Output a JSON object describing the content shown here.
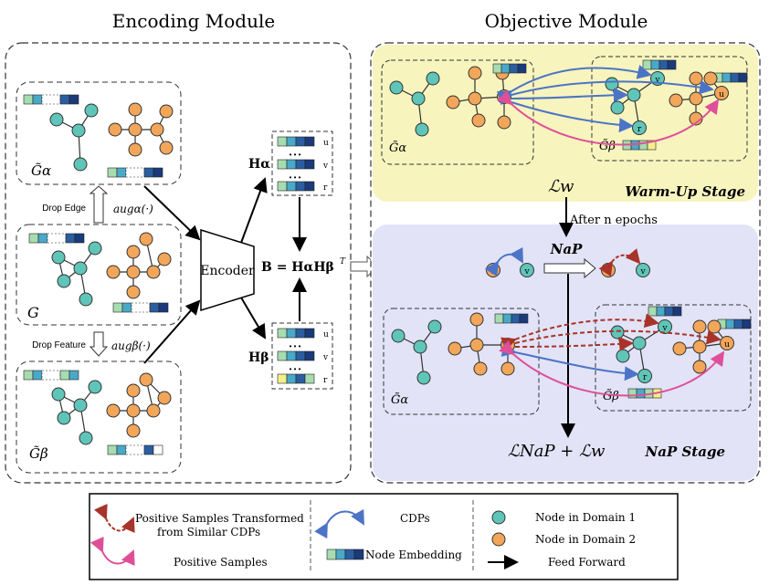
{
  "titles": {
    "encoding": "Encoding Module",
    "objective": "Objective Module"
  },
  "encoding": {
    "graph_alpha": "G̃α",
    "graph_orig": "G",
    "graph_beta": "G̃β",
    "drop_edge": "Drop Edge",
    "drop_feature": "Drop Feature",
    "aug_alpha": "augα(·)",
    "aug_beta": "augβ(·)",
    "encoder": "Encoder",
    "H_alpha": "Hα",
    "H_beta": "Hβ",
    "B_eq": "B = HαHβ",
    "B_sup": "T",
    "row_labels": [
      "u",
      "v",
      "r"
    ],
    "dots": "• • •"
  },
  "objective": {
    "warmup_stage": "Warm-Up Stage",
    "loss_w": "ℒw",
    "after_epochs": "After n epochs",
    "nap": "NaP",
    "nap_stage": "NaP Stage",
    "loss_total": "ℒNaP + ℒw",
    "graph_alpha": "G̃α",
    "graph_beta": "G̃β",
    "node_u": "u",
    "node_v": "v",
    "node_r": "r"
  },
  "legend": {
    "transformed": "Positive Samples Transformed from Similar CDPs",
    "positive": "Positive Samples",
    "cdps": "CDPs",
    "embedding": "Node Embedding",
    "domain1": "Node in Domain 1",
    "domain2": "Node in Domain 2",
    "feed_forward": "Feed Forward"
  },
  "colors": {
    "teal_node": "#5fc5b8",
    "orange_node": "#f2a65a",
    "warmup_bg": "#f7f4be",
    "nap_bg": "#e2e3f7",
    "cdp_arrow": "#4c74c6",
    "positive_arrow": "#df4f98",
    "transformed_arrow": "#a8332a"
  }
}
